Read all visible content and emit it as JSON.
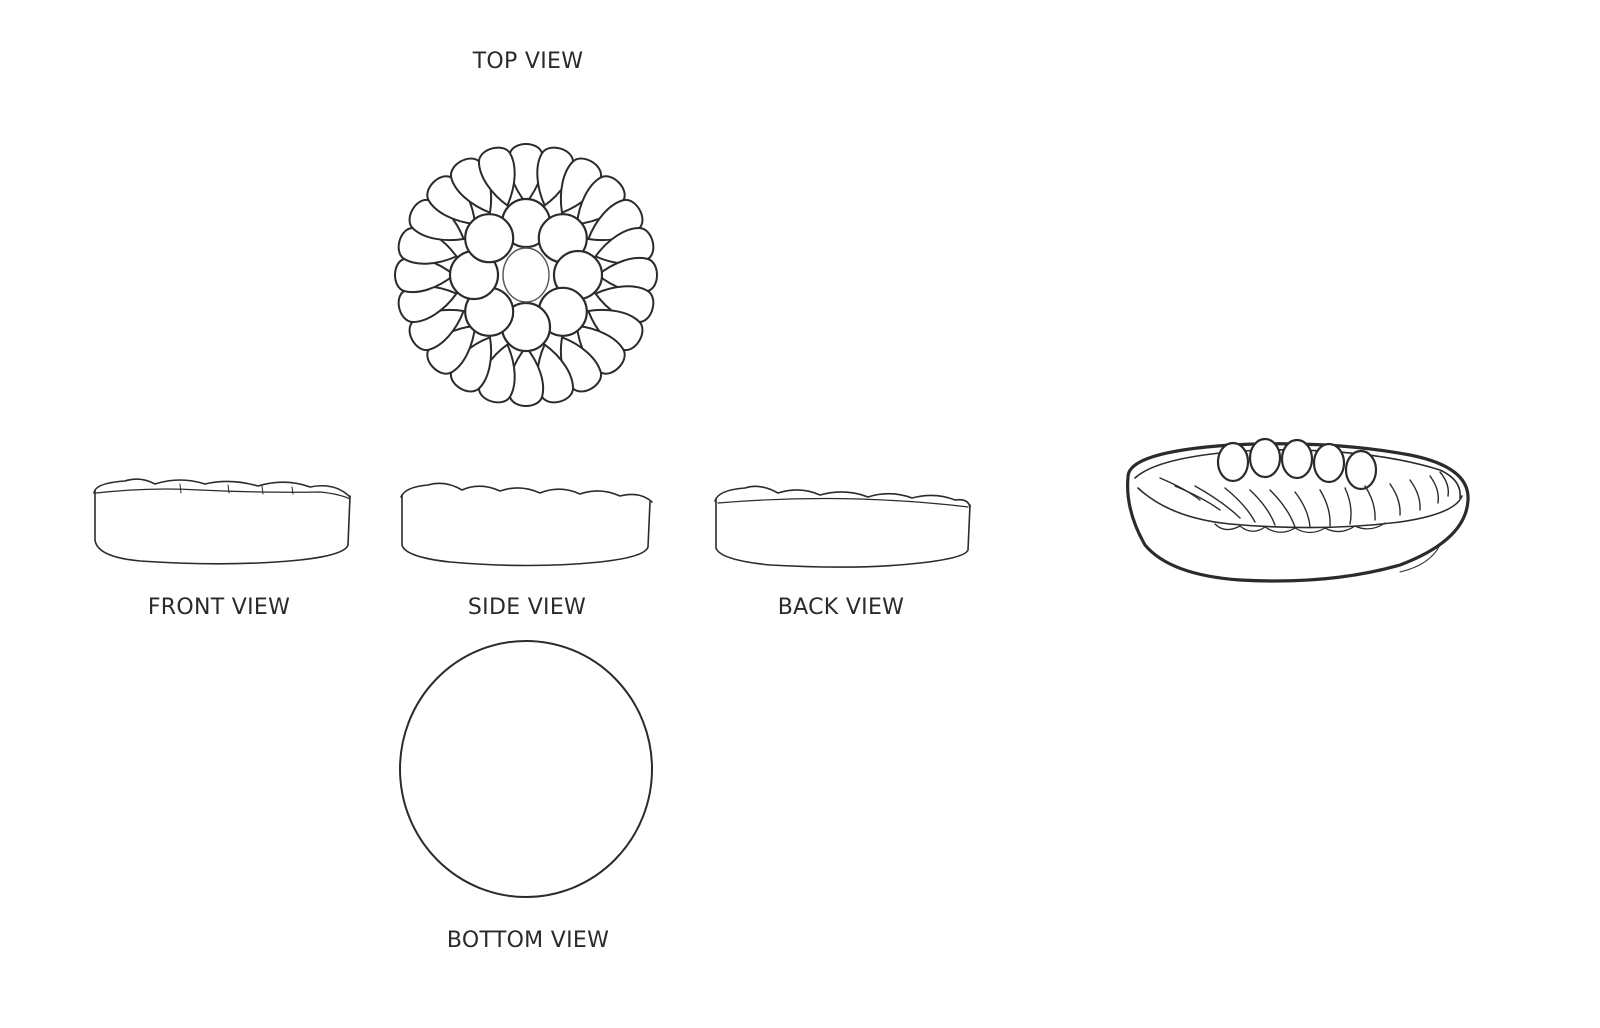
{
  "labels": {
    "top": "TOP VIEW",
    "front": "FRONT VIEW",
    "side": "SIDE VIEW",
    "back": "BACK VIEW",
    "bottom": "BOTTOM VIEW"
  },
  "colors": {
    "line": "#2b2b2b",
    "label": "#2a2a2a",
    "background": "#ffffff"
  }
}
